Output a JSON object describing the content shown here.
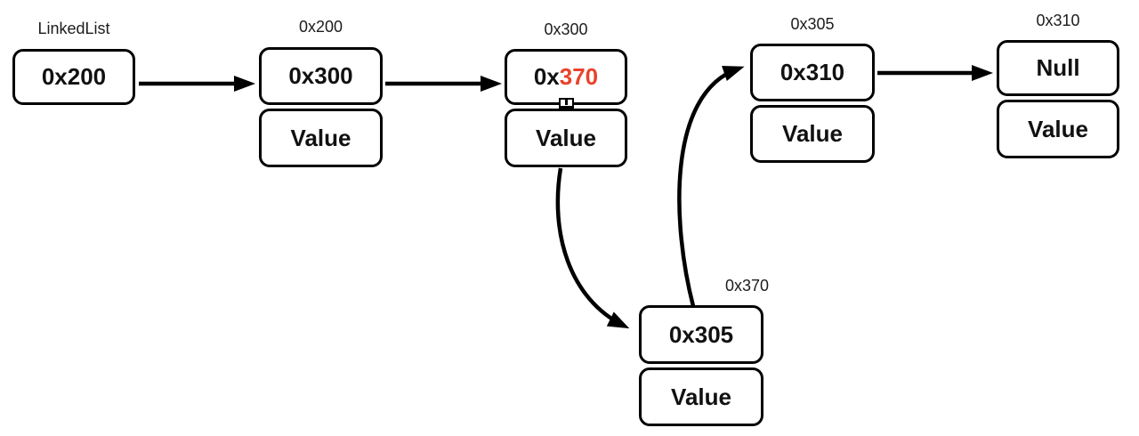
{
  "diagram": {
    "title": "LinkedList",
    "highlight_color": "#e8432c",
    "stroke_color": "#000000",
    "background_color": "#ffffff",
    "nodes": [
      {
        "id": "head",
        "label": "LinkedList",
        "pointer": "0x200"
      },
      {
        "id": "node-0x200",
        "label": "0x200",
        "pointer": "0x300",
        "value": "Value"
      },
      {
        "id": "node-0x300",
        "label": "0x300",
        "pointer_prefix": "0x",
        "pointer_highlight": "370",
        "value": "Value"
      },
      {
        "id": "node-0x370",
        "label": "0x370",
        "pointer": "0x305",
        "value": "Value"
      },
      {
        "id": "node-0x305",
        "label": "0x305",
        "pointer": "0x310",
        "value": "Value"
      },
      {
        "id": "node-0x310",
        "label": "0x310",
        "pointer": "Null",
        "value": "Value"
      }
    ],
    "edges": [
      {
        "from": "head",
        "to": "node-0x200",
        "shape": "straight"
      },
      {
        "from": "node-0x200",
        "to": "node-0x300",
        "shape": "straight"
      },
      {
        "from": "node-0x300",
        "to": "node-0x370",
        "shape": "curved"
      },
      {
        "from": "node-0x370",
        "to": "node-0x305",
        "shape": "curved"
      },
      {
        "from": "node-0x305",
        "to": "node-0x310",
        "shape": "straight"
      }
    ],
    "icons": [
      {
        "name": "missing-glyph-icon",
        "description": "tiny unrendered glyph box on edge of node-0x300 pointer box"
      }
    ]
  }
}
